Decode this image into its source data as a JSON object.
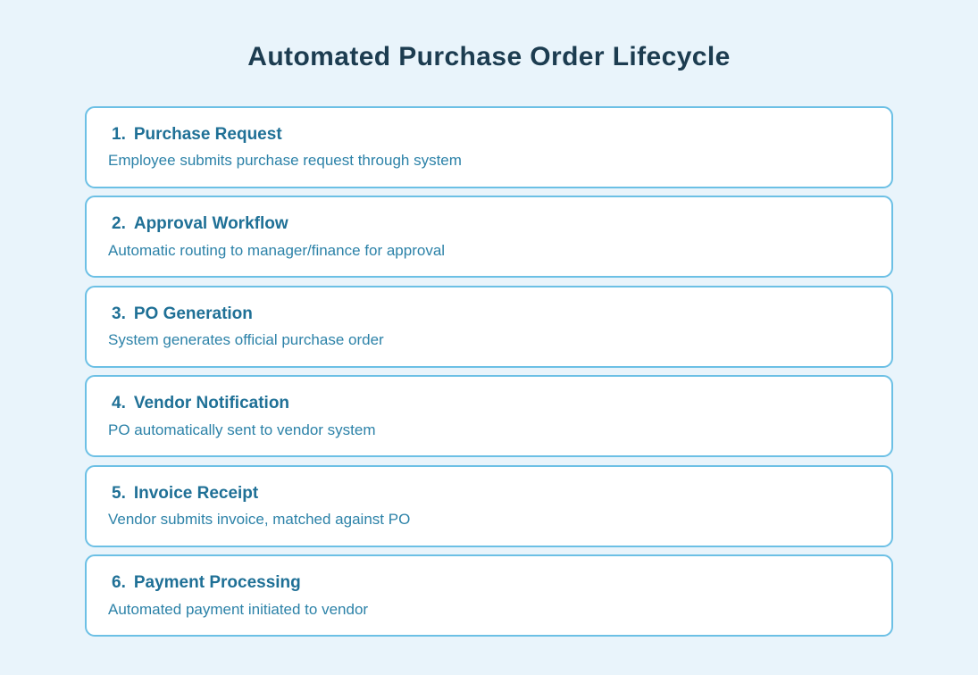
{
  "page": {
    "title": "Automated Purchase Order Lifecycle",
    "colors": {
      "background": "#e9f4fb",
      "card_background": "#ffffff",
      "card_border": "#6cc0e5",
      "title_text": "#1c3c50",
      "step_title_text": "#1f7096",
      "step_description_text": "#2c82a8"
    }
  },
  "steps": [
    {
      "number": "1.",
      "title": "Purchase Request",
      "description": "Employee submits purchase request through system"
    },
    {
      "number": "2.",
      "title": "Approval Workflow",
      "description": "Automatic routing to manager/finance for approval"
    },
    {
      "number": "3.",
      "title": "PO Generation",
      "description": "System generates official purchase order"
    },
    {
      "number": "4.",
      "title": "Vendor Notification",
      "description": "PO automatically sent to vendor system"
    },
    {
      "number": "5.",
      "title": "Invoice Receipt",
      "description": "Vendor submits invoice, matched against PO"
    },
    {
      "number": "6.",
      "title": "Payment Processing",
      "description": "Automated payment initiated to vendor"
    }
  ]
}
